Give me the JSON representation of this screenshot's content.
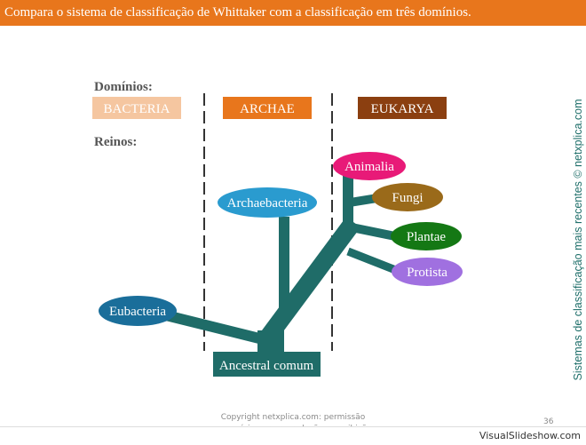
{
  "header": {
    "title": "Compara o sistema de classificação de Whittaker com a classificação em três domínios."
  },
  "labels": {
    "domains": "Domínios:",
    "kingdoms": "Reinos:"
  },
  "domains": [
    {
      "name": "BACTERIA",
      "color": "#f5c6a0"
    },
    {
      "name": "ARCHAE",
      "color": "#e8761c"
    },
    {
      "name": "EUKARYA",
      "color": "#8b3f10"
    }
  ],
  "nodes": {
    "eubacteria": {
      "label": "Eubacteria",
      "color": "#1a6e9a"
    },
    "archaebacteria": {
      "label": "Archaebacteria",
      "color": "#2a9bcf"
    },
    "animalia": {
      "label": "Animalia",
      "color": "#e81a78"
    },
    "fungi": {
      "label": "Fungi",
      "color": "#9a6a1a"
    },
    "plantae": {
      "label": "Plantae",
      "color": "#147814"
    },
    "protista": {
      "label": "Protista",
      "color": "#a070e0"
    },
    "ancestral": {
      "label": "Ancestral comum",
      "color": "#1f6c68"
    }
  },
  "tree_color": "#1f6c68",
  "side_text": "Sistemas de classificação mais recentes © netxplica.com",
  "copyright": {
    "line1": "Copyright netxplica.com: permissão",
    "line2": "necessária para reprodução ou exibição."
  },
  "page_number": "36",
  "watermark": "VisualSlideshow.com"
}
